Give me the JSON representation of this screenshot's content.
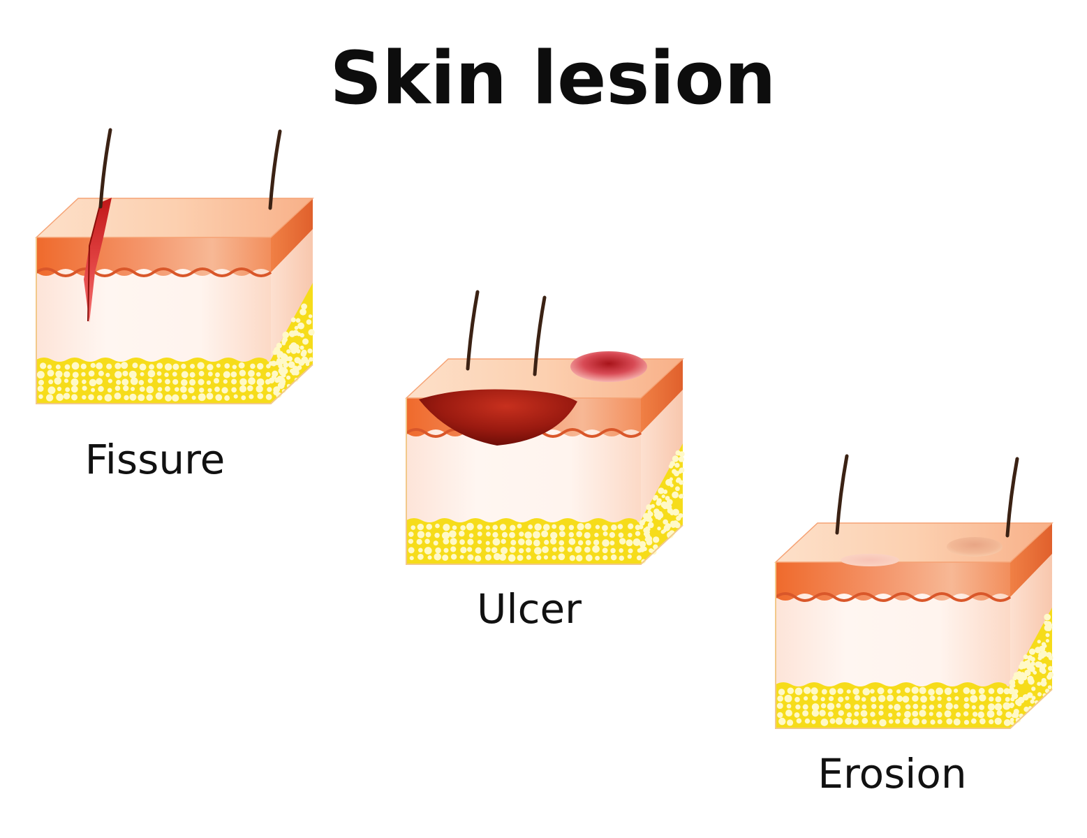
{
  "title": "Skin lesion",
  "panels": [
    {
      "id": "fissure",
      "label": "Fissure"
    },
    {
      "id": "ulcer",
      "label": "Ulcer"
    },
    {
      "id": "erosion",
      "label": "Erosion"
    }
  ],
  "colors": {
    "title": "#0d0d0d",
    "label": "#111111",
    "epidermis": "#f07a3c",
    "epidermis_edge": "#d9572a",
    "skin_surface": "#fbc9a8",
    "dermis": "#fde7dc",
    "fat": "#f6dc1a",
    "fat_cell": "#fff9c8",
    "hair": "#3b2214",
    "wound_dark": "#8a0f0a",
    "wound_bright": "#d2281a"
  }
}
